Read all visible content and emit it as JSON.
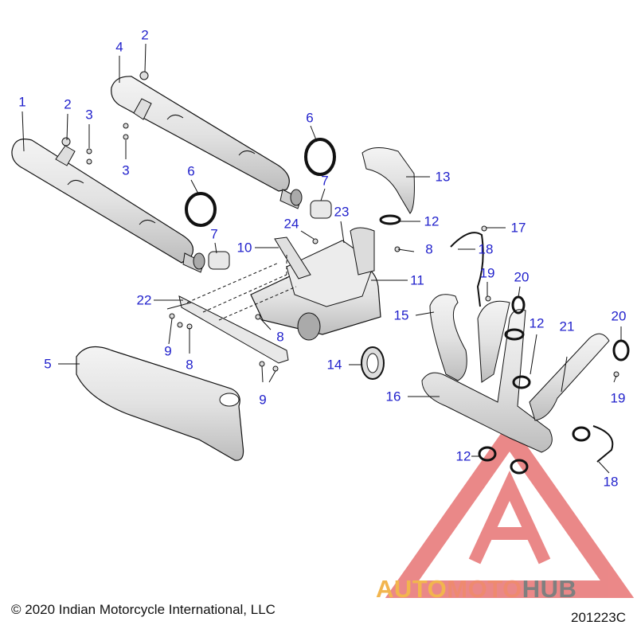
{
  "diagram": {
    "callouts": [
      "1",
      "2",
      "2",
      "3",
      "3",
      "4",
      "5",
      "6",
      "6",
      "7",
      "7",
      "8",
      "8",
      "8",
      "9",
      "9",
      "10",
      "11",
      "12",
      "12",
      "12",
      "13",
      "14",
      "15",
      "16",
      "17",
      "18",
      "18",
      "19",
      "19",
      "20",
      "20",
      "21",
      "22",
      "23",
      "24"
    ],
    "copyright": "© 2020 Indian Motorcycle International, LLC",
    "document_id": "201223C"
  },
  "watermark": {
    "part1": "AUTO",
    "part2": "MOTO",
    "part3": "HUB",
    "colors": {
      "auto": "#f2b54e",
      "moto": "#ee8a6f",
      "hub": "#7f7f7f",
      "logo": "#e04444"
    }
  },
  "colors": {
    "callout": "#2222cc",
    "line": "#111111"
  }
}
